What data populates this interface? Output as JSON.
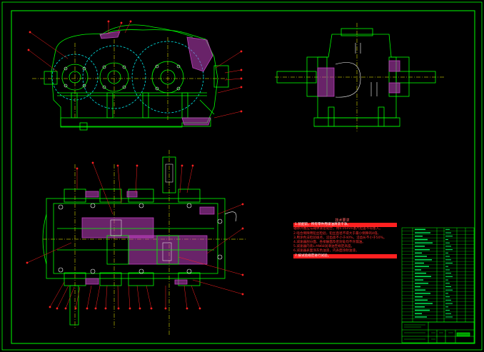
{
  "colors": {
    "background": "#000000",
    "frame": "#00ff00",
    "outline": "#00ff00",
    "center_line": "#ffff00",
    "hatch": "#c040c0",
    "leader": "#ff2020",
    "hidden": "#00e5e5",
    "bolt": "#ffffff",
    "notes_text": "#ff3030"
  },
  "notes": {
    "title": "技术要求",
    "lines": [
      {
        "text": "1.装配前，所有零件用煤油清洗干净。",
        "highlight": true
      },
      {
        "text": "轴承外圈应与箱体紧密贴合，用0.05mm塞尺检查不得塞入。",
        "highlight": false
      },
      {
        "text": "2.啮合侧隙用铅丝检验，铅丝直径不得大于最小侧隙的4倍。",
        "highlight": false
      },
      {
        "text": "3.用涂色法检验斑点，沿齿高不小于40%，沿齿长不小于50%。",
        "highlight": false
      },
      {
        "text": "4.减速器剖分面、各接触面及密封处均不许漏油。",
        "highlight": false
      },
      {
        "text": "5.减速器内装L-AN68润滑油至规定高度。",
        "highlight": false
      },
      {
        "text": "6.减速器表面涂灰色油漆，内表面涂耐油漆。",
        "highlight": false
      },
      {
        "text": "7.按试验规范进行试验。",
        "highlight": true
      }
    ]
  }
}
